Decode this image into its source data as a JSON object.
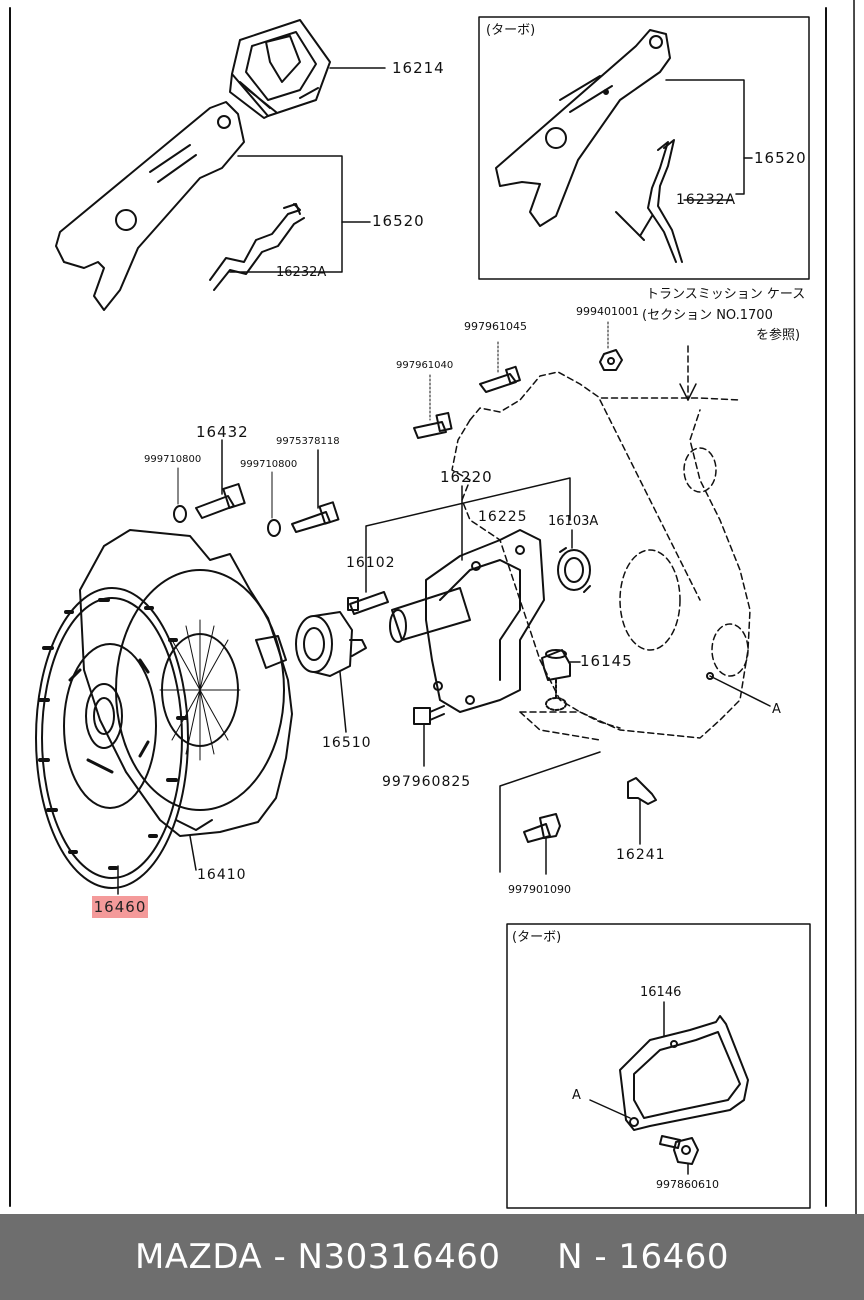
{
  "labels": {
    "n16214": "16214",
    "n16520_main": "16520",
    "n16232a_main": "16232A",
    "turbo_top": "(ターボ)",
    "n16520_turbo": "16520",
    "n16232a_turbo": "16232A",
    "trans_case_line1": "トランスミッション ケース",
    "trans_case_line2": "(セクション NO.1700",
    "trans_case_line3": "を参照)",
    "n997961045": "997961045",
    "n999401001": "999401001",
    "n997961040": "997961040",
    "n16432": "16432",
    "n999710800_a": "999710800",
    "n999710800_b": "999710800",
    "n9975378118": "9975378118",
    "n16220": "16220",
    "n16225": "16225",
    "n16103a": "16103A",
    "n16102": "16102",
    "n16145": "16145",
    "n_a_main": "A",
    "n16510": "16510",
    "n997960825": "997960825",
    "n16410": "16410",
    "n16460": "16460",
    "n997901090": "997901090",
    "n16241": "16241",
    "turbo_bottom": "(ターボ)",
    "n16146": "16146",
    "n_a_turbo": "A",
    "n997860610": "997860610"
  },
  "footer": {
    "text": "MAZDA - N30316460     N - 16460"
  },
  "colors": {
    "highlight": "#f49a9a",
    "footer_bg": "#6e6e6e",
    "line": "#111111"
  }
}
